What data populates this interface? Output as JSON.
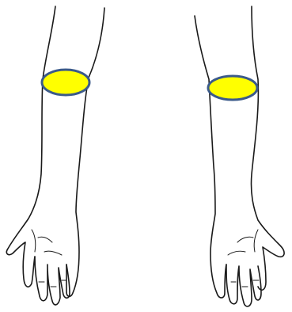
{
  "diagram": {
    "figures": [
      {
        "id": "left-arm",
        "marker": "application-patch"
      },
      {
        "id": "right-arm",
        "marker": "application-patch"
      }
    ],
    "colors": {
      "patch_fill": "#ffff00",
      "patch_stroke": "#3b5a8a",
      "line": "#1a1a1a",
      "background": "#ffffff"
    }
  }
}
